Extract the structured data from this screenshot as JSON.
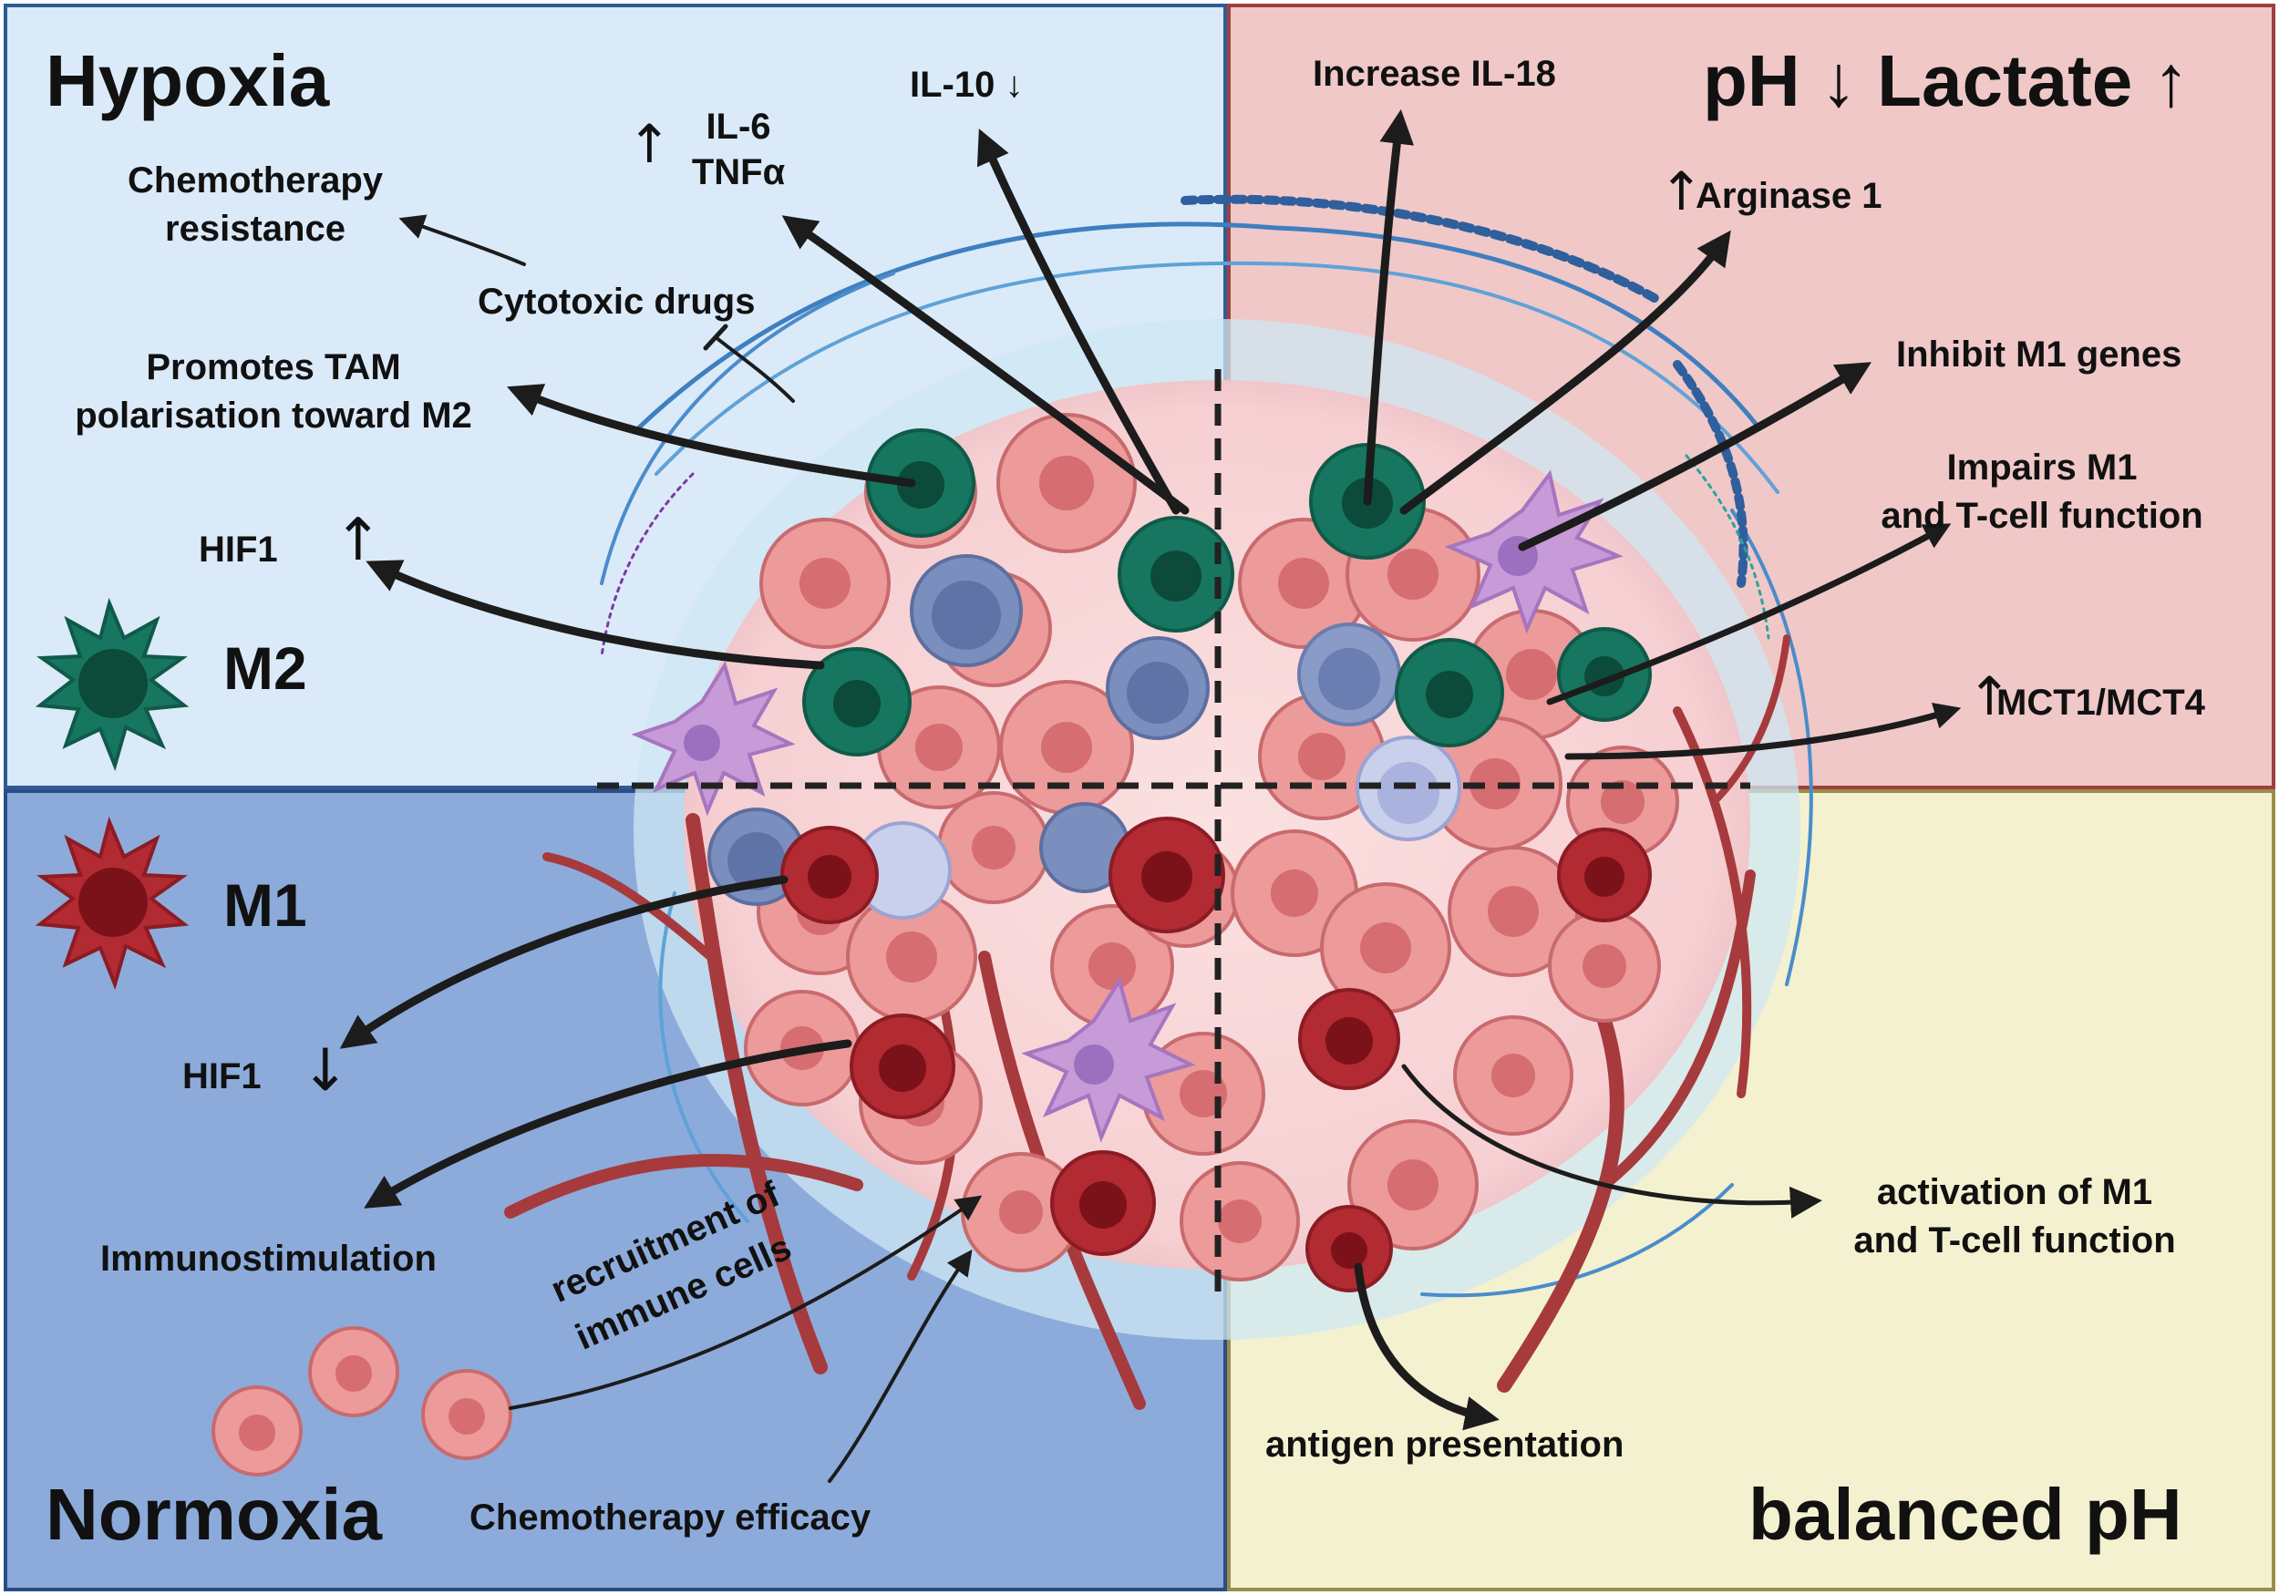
{
  "quadrants": {
    "hypoxia": "Hypoxia",
    "acidic": "pH ↓ Lactate ↑",
    "normoxia": "Normoxia",
    "balanced": "balanced pH"
  },
  "cell_types": {
    "m2": "M2",
    "m1": "M1"
  },
  "hypoxia_effects": {
    "il10": "IL-10 ↓",
    "il6": "IL-6",
    "tnfa": "TNFα",
    "chemo_resistance_1": "Chemotherapy",
    "chemo_resistance_2": "resistance",
    "cytotoxic": "Cytotoxic drugs",
    "tam_1": "Promotes TAM",
    "tam_2": "polarisation toward M2",
    "hif1": "HIF1"
  },
  "acidic_effects": {
    "il18": "Increase IL-18",
    "arginase": "Arginase 1",
    "inhibit_m1": "Inhibit M1 genes",
    "impairs_1": "Impairs M1",
    "impairs_2": "and T-cell function",
    "mct": "MCT1/MCT4"
  },
  "normoxia_effects": {
    "hif1": "HIF1",
    "immuno": "Immunostimulation",
    "recruit_1": "recruitment of",
    "recruit_2": "immune cells",
    "chemo_eff": "Chemotherapy efficacy"
  },
  "balanced_effects": {
    "activation_1": "activation of M1",
    "activation_2": "and T-cell function",
    "antigen": "antigen presentation"
  },
  "glyphs": {
    "up": "↑",
    "down": "↓"
  },
  "colors": {
    "hypoxia_bg": "#dbeaf8",
    "acidic_bg": "#f0c8c8",
    "normoxia_bg": "#8cabdb",
    "balanced_bg": "#f3f1cf",
    "m2_cell": "#17765f",
    "m1_cell": "#b22a32",
    "tumor_cell": "#ec9a9a",
    "vessel": "#a73a3c"
  }
}
